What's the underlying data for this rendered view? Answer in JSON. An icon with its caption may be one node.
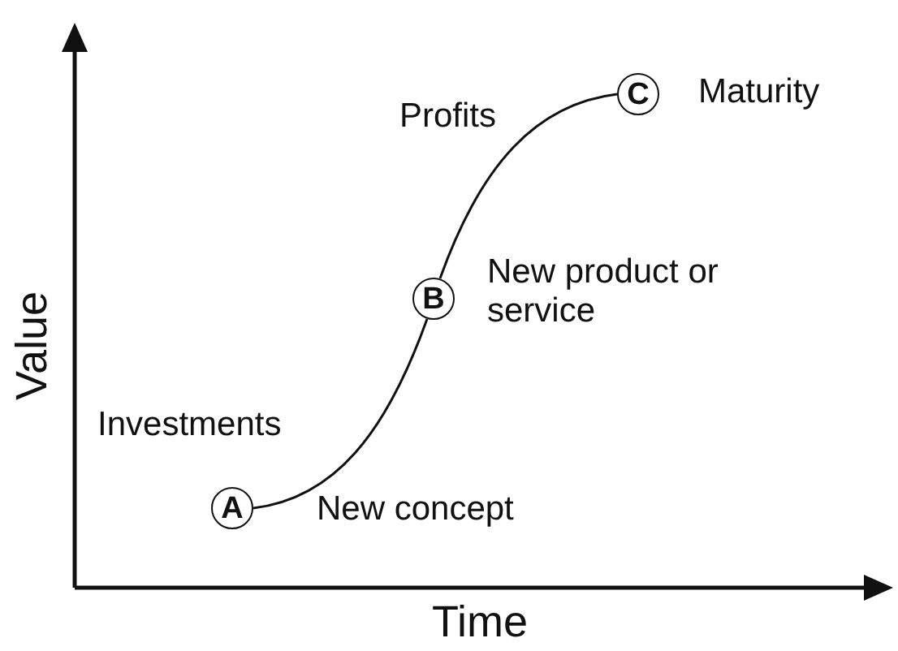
{
  "diagram": {
    "nodes": [
      {
        "text": [
          "A"
        ],
        "beside": [
          "New concept"
        ]
      },
      {
        "text": [
          "B"
        ],
        "beside": [
          "New product or service"
        ]
      },
      {
        "text": [
          "C"
        ],
        "beside": [
          "Maturity"
        ]
      }
    ],
    "edges": [
      {
        "from": 0,
        "to": 1,
        "arrow": "none"
      },
      {
        "from": 1,
        "to": 2,
        "arrow": "none"
      }
    ],
    "labels": [
      "Profits",
      "Investments",
      "Value",
      "Time"
    ]
  }
}
